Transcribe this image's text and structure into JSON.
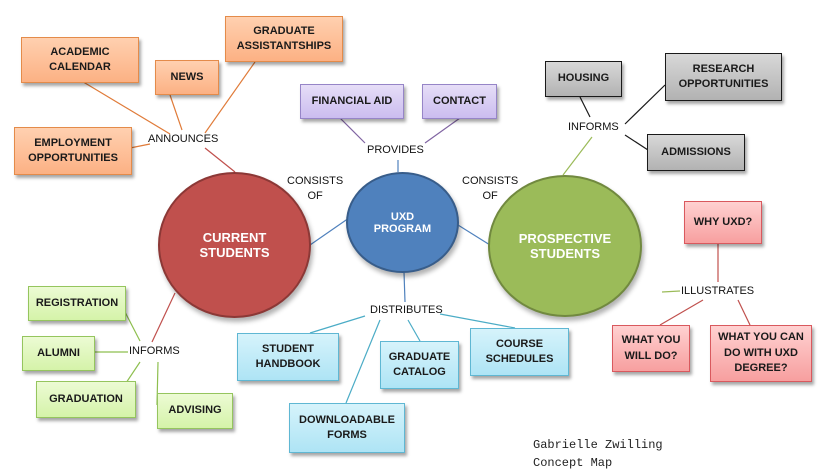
{
  "center": {
    "line1": "UXD",
    "line2": "PROGRAM"
  },
  "current_students": {
    "line1": "CURRENT",
    "line2": "STUDENTS"
  },
  "prospective_students": {
    "line1": "PROSPECTIVE",
    "line2": "STUDENTS"
  },
  "link_labels": {
    "consists_of_left": "CONSISTS\nOF",
    "consists_of_right": "CONSISTS\nOF",
    "provides": "PROVIDES",
    "distributes": "DISTRIBUTES",
    "announces": "ANNOUNCES",
    "informs_current": "INFORMS",
    "informs_prospective": "INFORMS",
    "illustrates": "ILLUSTRATES"
  },
  "announces_items": {
    "academic_calendar": "ACADEMIC\nCALENDAR",
    "news": "NEWS",
    "graduate_assistantships": "GRADUATE\nASSISTANTSHIPS",
    "employment_opportunities": "EMPLOYMENT\nOPPORTUNITIES"
  },
  "provides_items": {
    "financial_aid": "FINANCIAL AID",
    "contact": "CONTACT"
  },
  "prospective_informs_items": {
    "housing": "HOUSING",
    "research_opportunities": "RESEARCH\nOPPORTUNITIES",
    "admissions": "ADMISSIONS"
  },
  "current_informs_items": {
    "registration": "REGISTRATION",
    "alumni": "ALUMNI",
    "graduation": "GRADUATION",
    "advising": "ADVISING"
  },
  "distributes_items": {
    "student_handbook": "STUDENT\nHANDBOOK",
    "graduate_catalog": "GRADUATE\nCATALOG",
    "course_schedules": "COURSE\nSCHEDULES",
    "downloadable_forms": "DOWNLOADABLE\nFORMS"
  },
  "illustrates_items": {
    "why_uxd": "WHY UXD?",
    "what_you_will_do": "WHAT YOU\nWILL DO?",
    "what_you_can_do": "WHAT YOU CAN\nDO WITH UXD\nDEGREE?"
  },
  "author": {
    "line1": "Gabrielle Zwilling",
    "line2": "Concept Map"
  },
  "colors": {
    "current_fill": "#c0504d",
    "center_fill": "#4f81bd",
    "prospective_fill": "#9bbb59",
    "orange_line": "#e07b39",
    "purple_line": "#8064a2",
    "gray_line": "#1a1a1a",
    "green_line": "#8ebf4f",
    "blue_line": "#4bacc6",
    "red_line": "#c0504d"
  }
}
